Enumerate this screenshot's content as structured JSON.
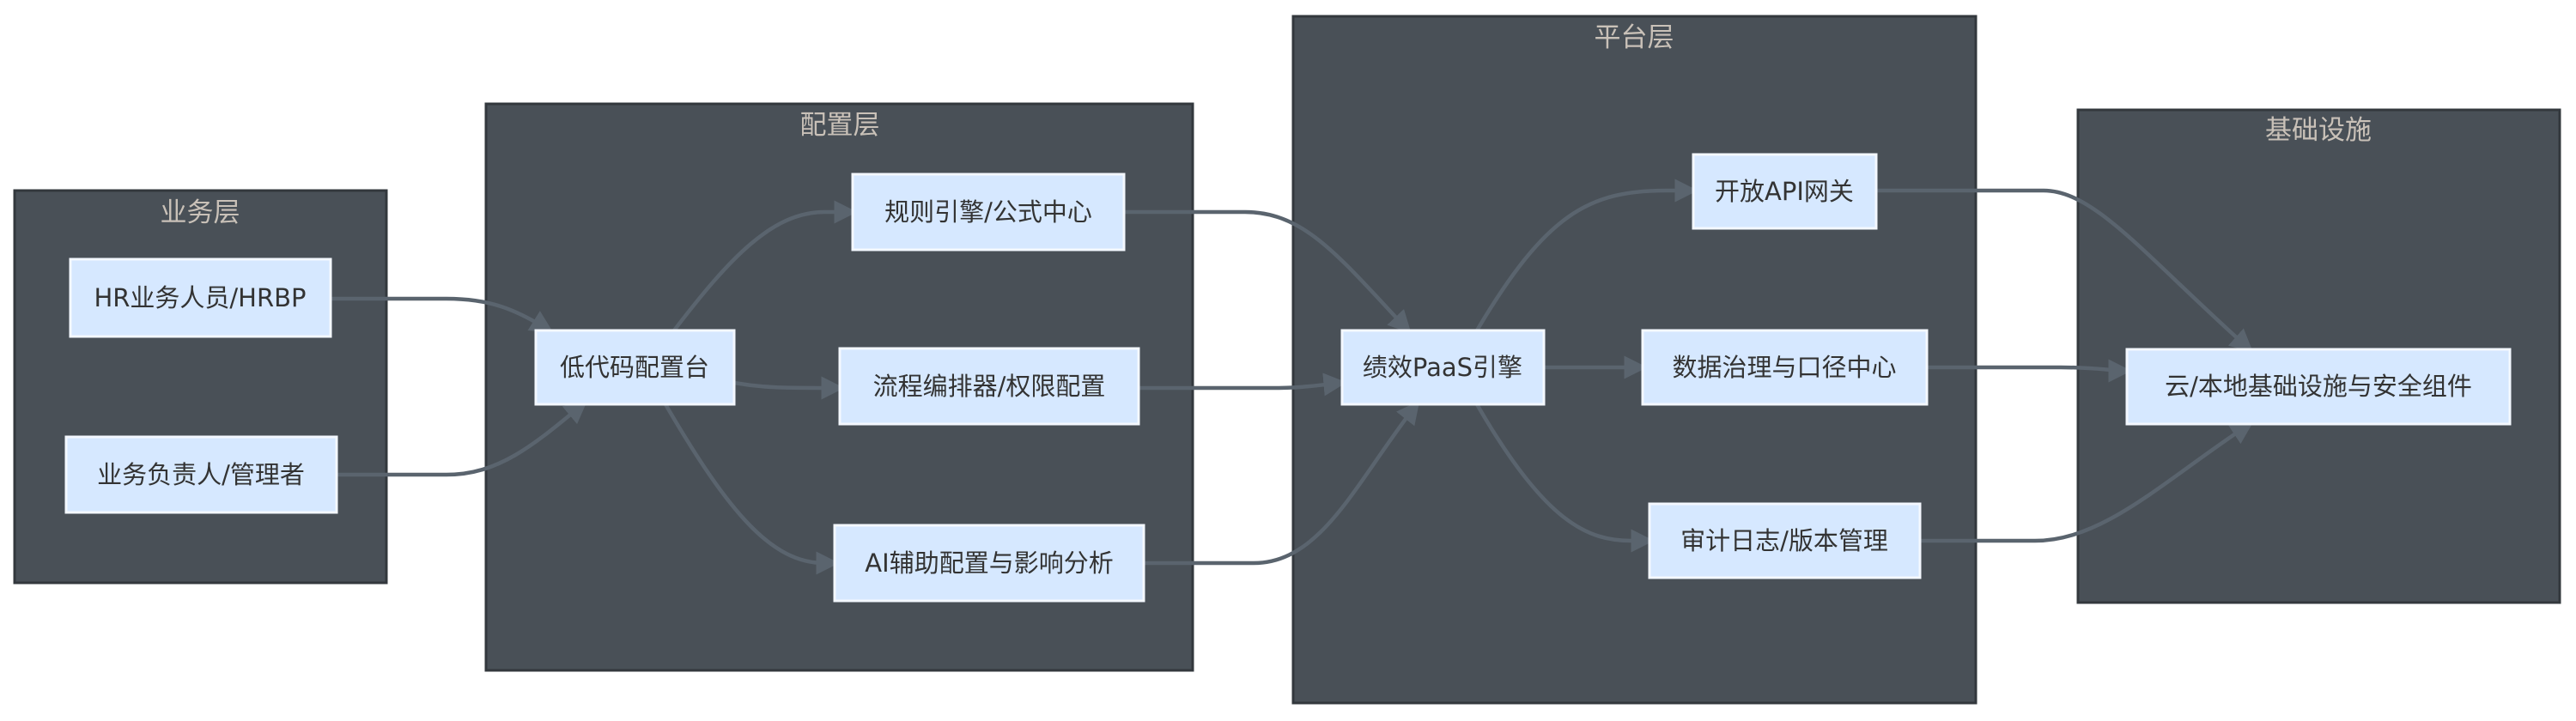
{
  "clusters": {
    "business": "业务层",
    "config": "配置层",
    "platform": "平台层",
    "infra": "基础设施"
  },
  "nodes": {
    "hr": "HR业务人员/HRBP",
    "owner": "业务负责人/管理者",
    "lowcode": "低代码配置台",
    "rules": "规则引擎/公式中心",
    "flow": "流程编排器/权限配置",
    "ai": "AI辅助配置与影响分析",
    "paas": "绩效PaaS引擎",
    "api": "开放API网关",
    "data": "数据治理与口径中心",
    "audit": "审计日志/版本管理",
    "cloud": "云/本地基础设施与安全组件"
  },
  "colors": {
    "cluster_fill": "#495057",
    "node_fill": "#d6e8ff",
    "edge": "#5a646e",
    "cluster_title": "#c9c1b8"
  }
}
